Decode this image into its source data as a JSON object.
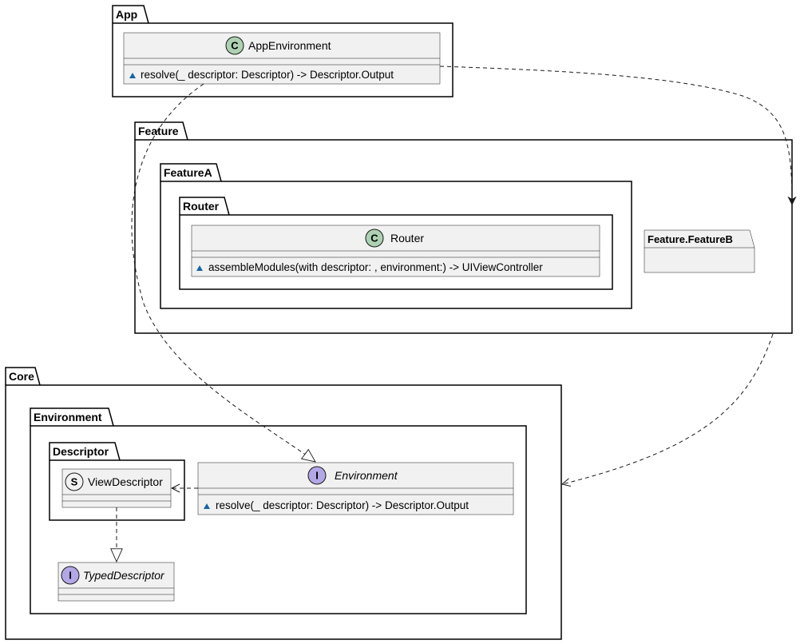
{
  "packages": {
    "app": "App",
    "feature": "Feature",
    "feature_a": "FeatureA",
    "router": "Router",
    "feature_b": "Feature.FeatureB",
    "core": "Core",
    "environment": "Environment",
    "descriptor": "Descriptor"
  },
  "classes": {
    "app_environment": {
      "stereotype": "C",
      "stereotype_color": "#ADD1B2",
      "name": "AppEnvironment",
      "methods": [
        "resolve(_ descriptor: Descriptor) -> Descriptor.Output"
      ]
    },
    "router": {
      "stereotype": "C",
      "stereotype_color": "#ADD1B2",
      "name": "Router",
      "methods": [
        "assembleModules(with descriptor: , environment:) -> UIViewController"
      ]
    },
    "environment": {
      "stereotype": "I",
      "stereotype_color": "#B4A7E5",
      "name": "Environment",
      "methods": [
        "resolve(_ descriptor: Descriptor) -> Descriptor.Output"
      ]
    },
    "view_descriptor": {
      "stereotype": "S",
      "stereotype_color": "#F1F1F1",
      "name": "ViewDescriptor",
      "methods": []
    },
    "typed_descriptor": {
      "stereotype": "I",
      "stereotype_color": "#B4A7E5",
      "name": "TypedDescriptor",
      "methods": []
    }
  },
  "colors": {
    "class_fill": "#F1F1F1",
    "class_border": "#181818",
    "package_border": "#000000",
    "method_marker": "#1963A0"
  }
}
